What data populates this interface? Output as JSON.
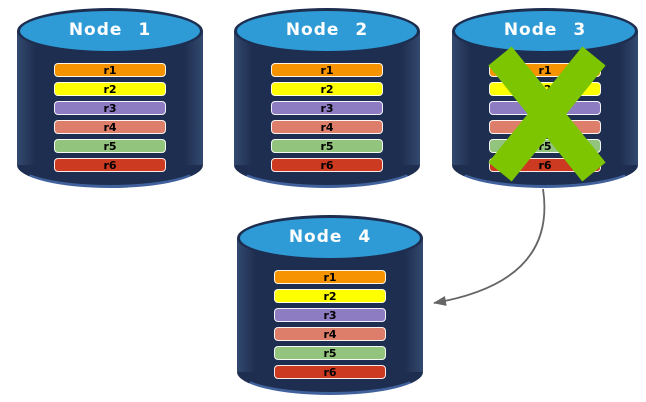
{
  "colors": {
    "cylinder_body": "#1E2E50",
    "cylinder_top": "#2E9BD6",
    "x_mark": "#7CC500",
    "arrow": "#666666"
  },
  "row_colors": {
    "r1": "#F59400",
    "r2": "#FFFF00",
    "r3": "#8E7CC3",
    "r4": "#DD7E6B",
    "r5": "#93C47D",
    "r6": "#CC3A21"
  },
  "nodes": [
    {
      "title": "Node 1",
      "failed": false,
      "rows": [
        "r1",
        "r2",
        "r3",
        "r4",
        "r5",
        "r6"
      ]
    },
    {
      "title": "Node 2",
      "failed": false,
      "rows": [
        "r1",
        "r2",
        "r3",
        "r4",
        "r5",
        "r6"
      ]
    },
    {
      "title": "Node 3",
      "failed": true,
      "rows": [
        "r1",
        "r2",
        "r3",
        "r4",
        "r5",
        "r6"
      ]
    },
    {
      "title": "Node 4",
      "failed": false,
      "rows": [
        "r1",
        "r2",
        "r3",
        "r4",
        "r5",
        "r6"
      ]
    }
  ]
}
